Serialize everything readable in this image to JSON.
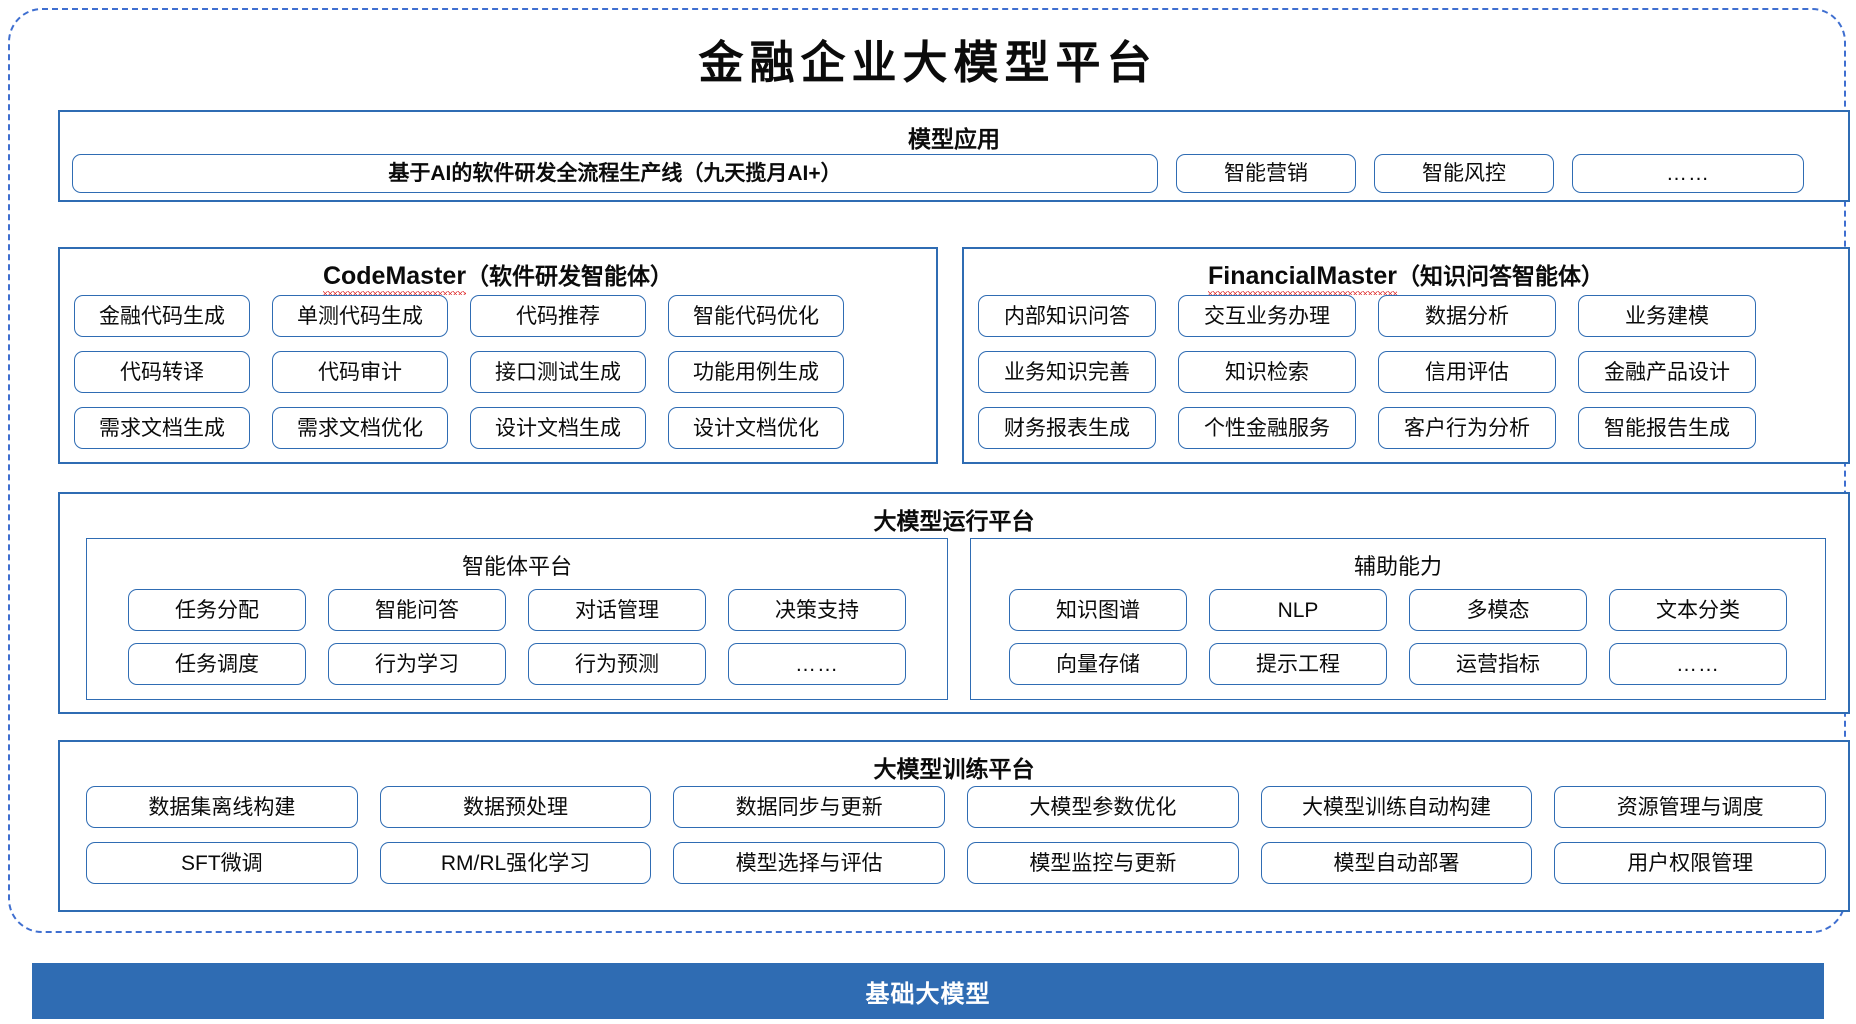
{
  "title": "金融企业大模型平台",
  "colors": {
    "frame_dashed": "#3f6fd0",
    "card_border": "#2f6cb3",
    "pill_border": "#2f6cb3",
    "banner_bg": "#2f6cb3",
    "banner_text": "#ffffff",
    "spellcheck_squiggle": "#e03030"
  },
  "application_layer": {
    "title": "模型应用",
    "items": [
      "基于AI的软件研发全流程生产线（九天揽月AI+）",
      "智能营销",
      "智能风控",
      "……"
    ]
  },
  "agents": [
    {
      "latin_name": "CodeMaster",
      "cn_name": "（软件研发智能体）",
      "spellcheck_underline": true,
      "rows": [
        [
          "金融代码生成",
          "单测代码生成",
          "代码推荐",
          "智能代码优化"
        ],
        [
          "代码转译",
          "代码审计",
          "接口测试生成",
          "功能用例生成"
        ],
        [
          "需求文档生成",
          "需求文档优化",
          "设计文档生成",
          "设计文档优化"
        ]
      ]
    },
    {
      "latin_name": "FinancialMaster",
      "cn_name": "（知识问答智能体）",
      "spellcheck_underline": true,
      "rows": [
        [
          "内部知识问答",
          "交互业务办理",
          "数据分析",
          "业务建模"
        ],
        [
          "业务知识完善",
          "知识检索",
          "信用评估",
          "金融产品设计"
        ],
        [
          "财务报表生成",
          "个性金融服务",
          "客户行为分析",
          "智能报告生成"
        ]
      ]
    }
  ],
  "runtime_platform": {
    "title": "大模型运行平台",
    "panels": [
      {
        "title": "智能体平台",
        "rows": [
          [
            "任务分配",
            "智能问答",
            "对话管理",
            "决策支持"
          ],
          [
            "任务调度",
            "行为学习",
            "行为预测",
            "……"
          ]
        ]
      },
      {
        "title": "辅助能力",
        "rows": [
          [
            "知识图谱",
            "NLP",
            "多模态",
            "文本分类"
          ],
          [
            "向量存储",
            "提示工程",
            "运营指标",
            "……"
          ]
        ]
      }
    ]
  },
  "training_platform": {
    "title": "大模型训练平台",
    "rows": [
      [
        "数据集离线构建",
        "数据预处理",
        "数据同步与更新",
        "大模型参数优化",
        "大模型训练自动构建",
        "资源管理与调度"
      ],
      [
        "SFT微调",
        "RM/RL强化学习",
        "模型选择与评估",
        "模型监控与更新",
        "模型自动部署",
        "用户权限管理"
      ]
    ]
  },
  "base_model_banner": {
    "label": "基础大模型"
  }
}
